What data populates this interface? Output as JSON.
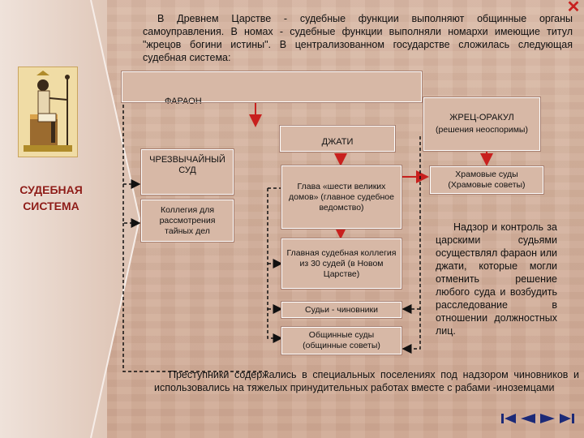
{
  "intro_text": "В Древнем Царстве - судебные функции выполняют общинные органы самоуправления. В номах - судебные функции выполняли номархи имеющие титул \"жрецов богини истины\". В централизованном государстве сложилась следующая судебная система:",
  "side_title": "СУДЕБНАЯ СИСТЕМА",
  "boxes": {
    "pharaoh": "ФАРАОН",
    "priest_oracle": "ЖРЕЦ-ОРАКУЛ",
    "priest_oracle_note": "(решения неоспоримы)",
    "jati": "ДЖАТИ",
    "extraordinary_court": "ЧРЕЗВЫЧАЙНЫЙ СУД",
    "secret_collegium": "Коллегия для рассмотрения тайных дел",
    "great_houses": "Глава «шести великих домов» (главное судебное ведомство)",
    "main_collegium": "Главная судебная коллегия из 30 судей (в Новом Царстве)",
    "judges_officials": "Судьи - чиновники",
    "communal_courts": "Общинные суды (общинные советы)",
    "temple_courts": "Храмовые суды (Храмовые советы)"
  },
  "supervision_text": "Надзор и контроль за царскими судьями осуществлял фараон или джати, которые могли отменить решение любого суда и возбудить расследование в отношении должностных лиц.",
  "footer_text": "Преступники содержались в специальных поселениях под надзором чиновников и использовались на тяжелых принудительных работах вместе с рабами -иноземцами",
  "colors": {
    "accent": "#c8201e",
    "title": "#8e1c17",
    "box_fill": "#d7b8a6",
    "nav": "#1c2a78"
  },
  "icons": {
    "close": "✕",
    "first": "first-slide-icon",
    "prev": "prev-slide-icon",
    "next": "next-slide-icon",
    "last": "last-slide-icon"
  }
}
